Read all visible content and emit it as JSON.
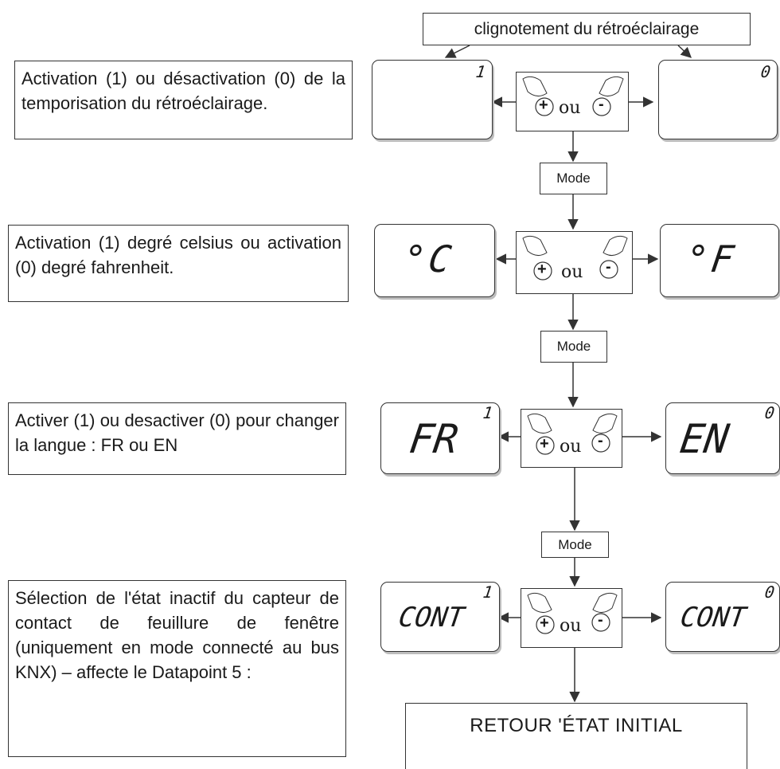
{
  "header": {
    "label": "clignotement du rétroéclairage"
  },
  "steps": [
    {
      "description": "Activation (1) ou désactivation (0) de la temporisation du rétroéclairage.",
      "left_display": "",
      "left_index": "1",
      "right_display": "",
      "right_index": "0"
    },
    {
      "description": "Activation (1) degré celsius ou activation (0) degré fahrenheit.",
      "left_display": "°C",
      "left_index": "",
      "right_display": "°F",
      "right_index": ""
    },
    {
      "description": "Activer (1) ou desactiver (0) pour changer la langue : FR ou EN",
      "left_display": "FR",
      "left_index": "1",
      "right_display": "EN",
      "right_index": "0"
    },
    {
      "description": "Sélection de l'état inactif du capteur de contact de feuillure de fenêtre (uniquement en mode connecté au bus KNX) – affecte le Datapoint 5 :",
      "left_display": "CONT",
      "left_index": "1",
      "right_display": "CONT",
      "right_index": "0"
    }
  ],
  "buttons": {
    "plus": "+",
    "minus": "-",
    "ou": "ou"
  },
  "mode_label": "Mode",
  "footer": {
    "label": "RETOUR 'ÉTAT INITIAL"
  }
}
